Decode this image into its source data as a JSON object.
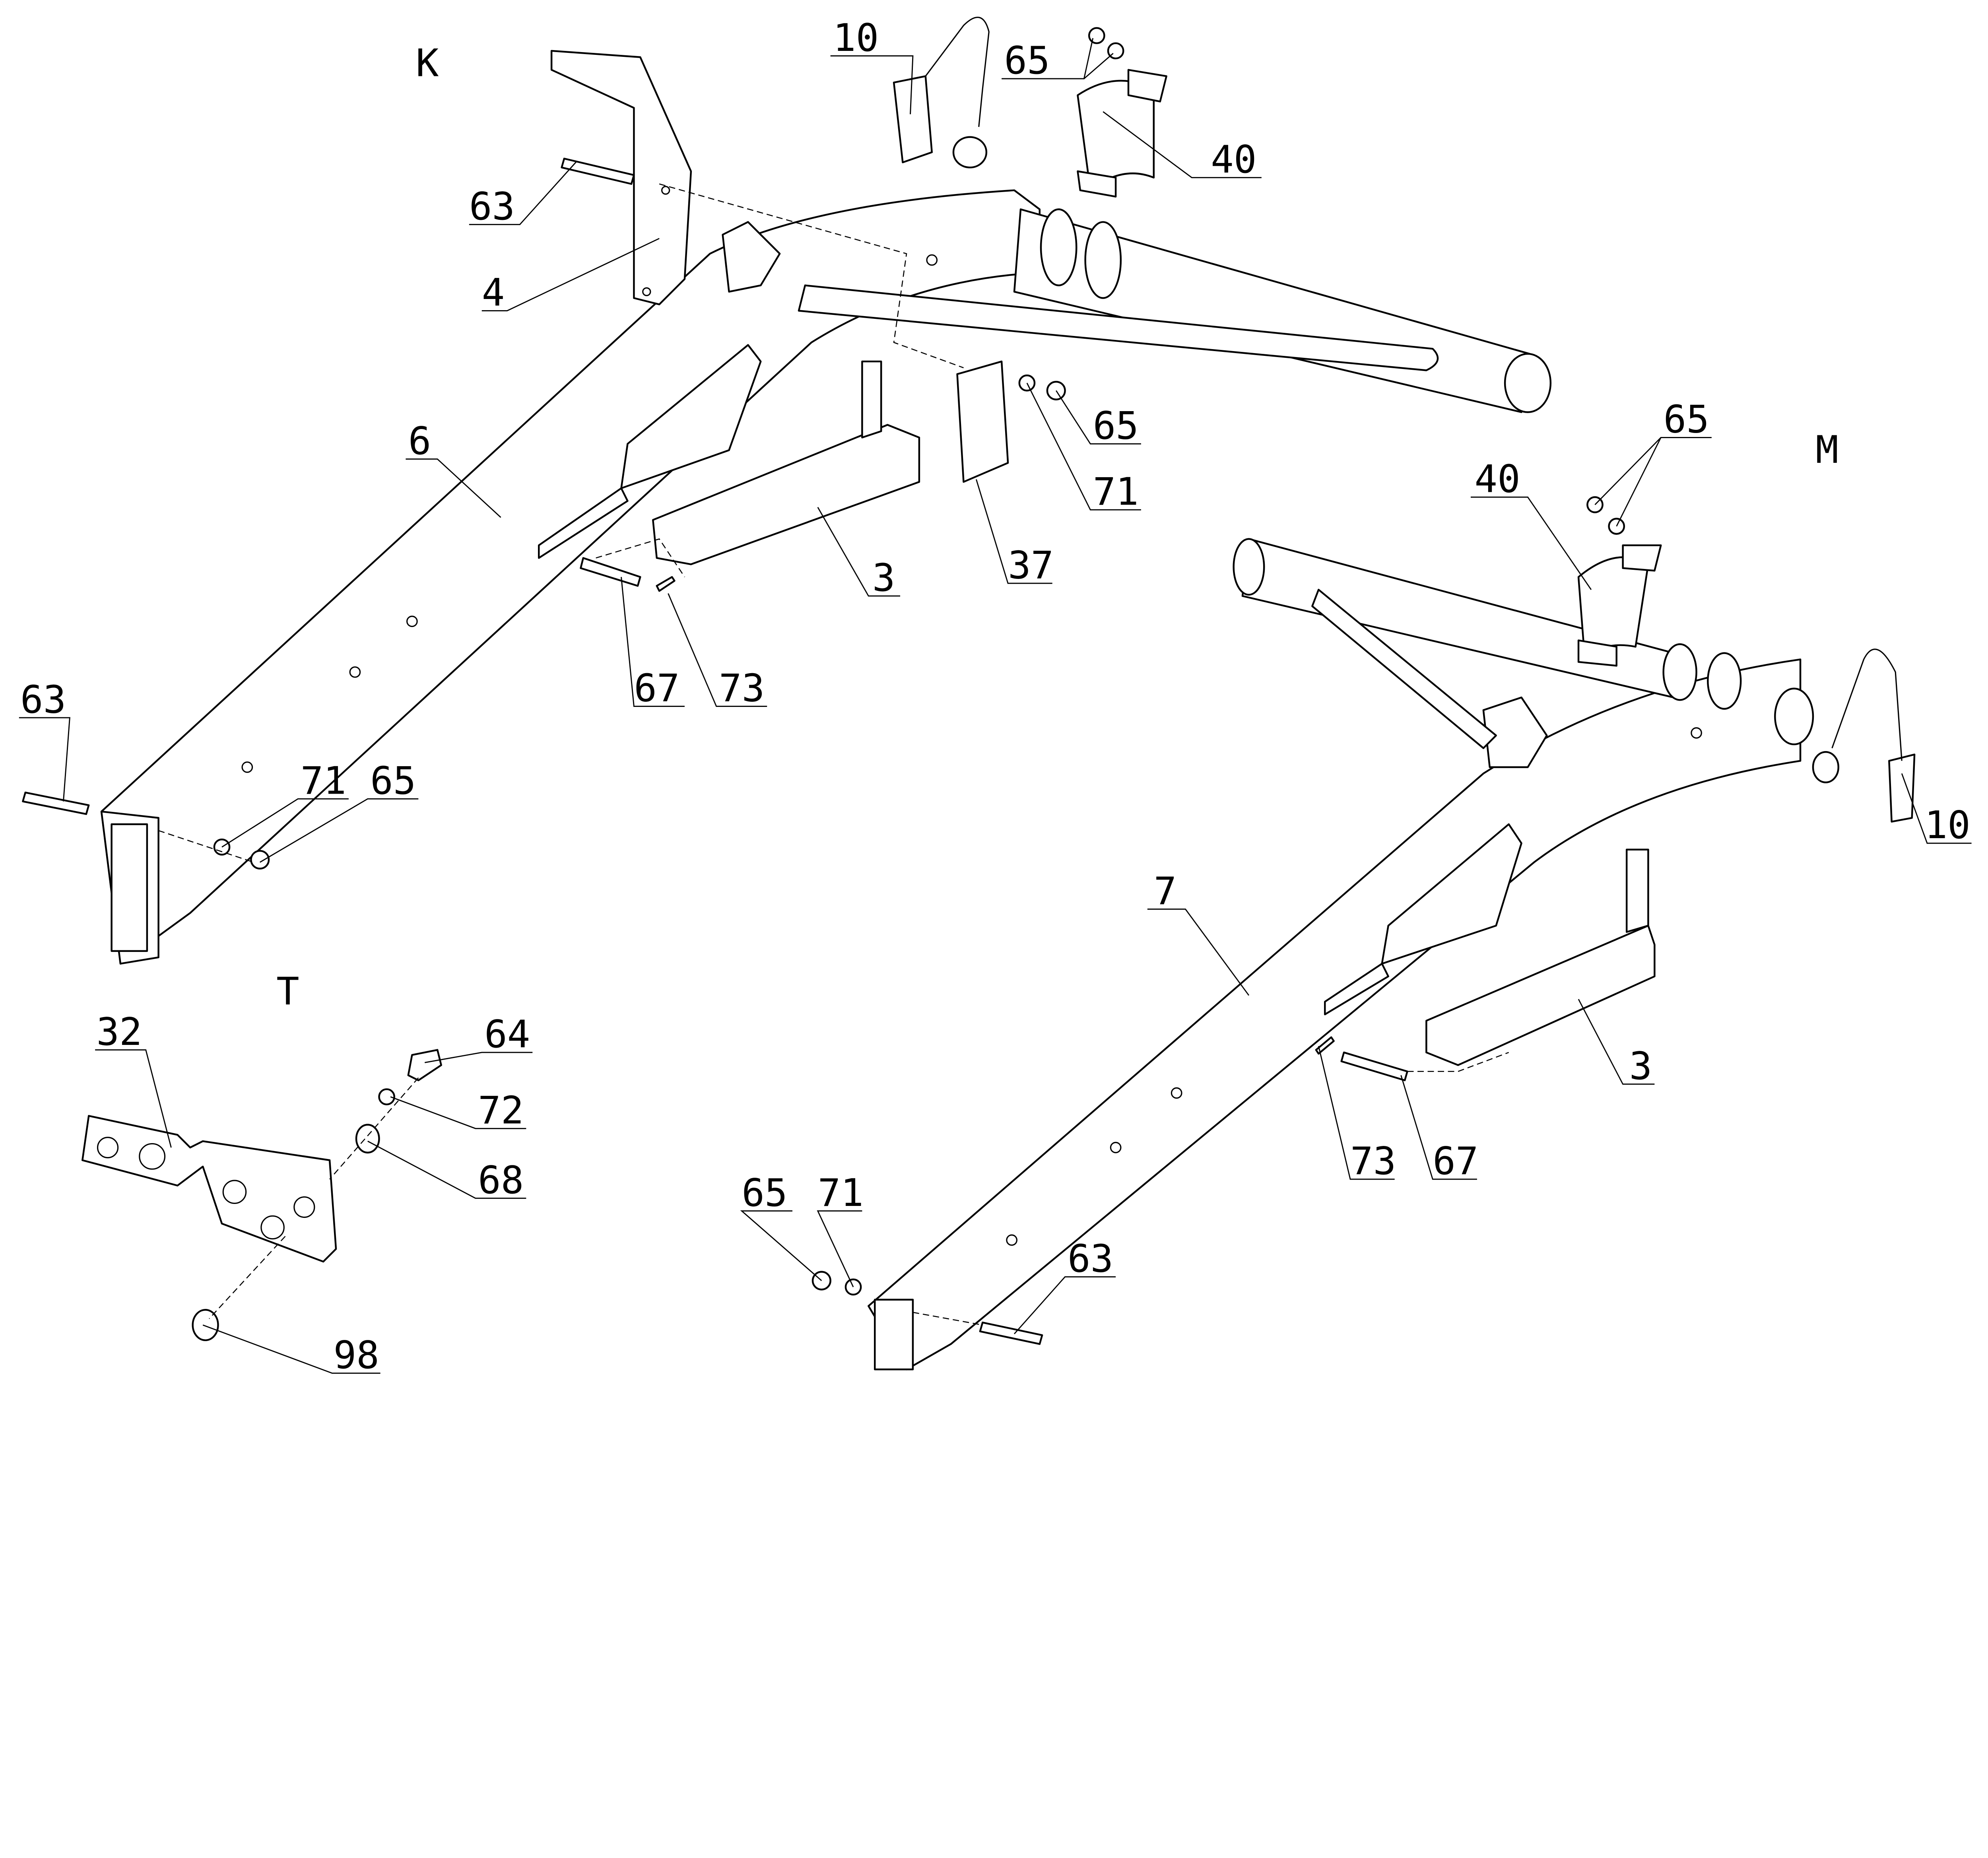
{
  "title": "Exploded view of the frame assembly",
  "views": {
    "k": "K",
    "m": "M",
    "t": "T"
  },
  "callouts": {
    "k_10": "10",
    "k_65_top": "65",
    "k_40": "40",
    "k_63_top": "63",
    "k_4": "4",
    "k_6": "6",
    "k_65_mid": "65",
    "k_71_mid": "71",
    "k_37": "37",
    "k_3": "3",
    "k_67": "67",
    "k_73": "73",
    "k_63_bot": "63",
    "k_71_bot": "71",
    "k_65_bot": "65",
    "m_65_top": "65",
    "m_40": "40",
    "m_10": "10",
    "m_7": "7",
    "m_3": "3",
    "m_73": "73",
    "m_67": "67",
    "m_65_bot": "65",
    "m_71_bot": "71",
    "m_63_bot": "63",
    "t_32": "32",
    "t_64": "64",
    "t_72": "72",
    "t_68": "68",
    "t_98": "98"
  }
}
